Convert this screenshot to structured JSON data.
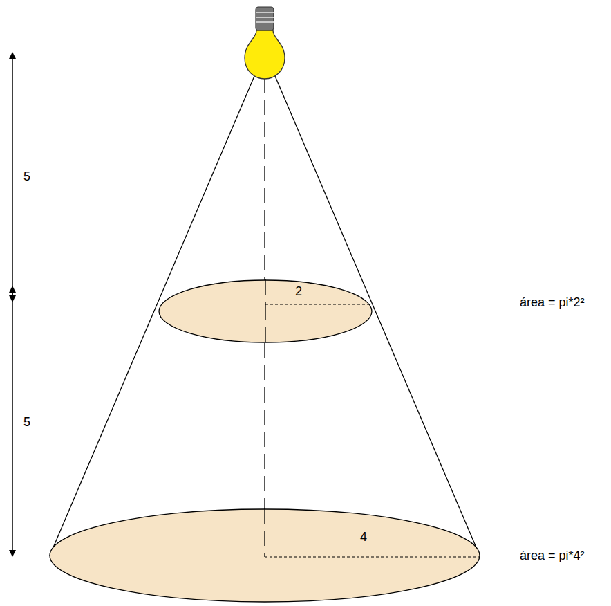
{
  "diagram": {
    "nodes": [
      {
        "text": [
          "2"
        ]
      },
      {
        "text": [
          "4"
        ]
      }
    ],
    "labels": [
      "5",
      "5",
      "área = pi*2²",
      "área = pi*4²"
    ]
  }
}
